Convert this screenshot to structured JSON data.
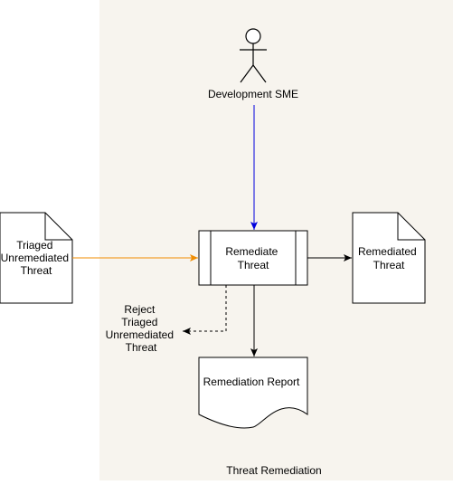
{
  "colors": {
    "background": "#ffffff",
    "swimlane_fill": "#f7f4ee",
    "stroke": "#000000",
    "input_edge": "#f08c00",
    "actor_edge": "#0000dd"
  },
  "swimlane": {
    "label": "Threat Remediation"
  },
  "actor": {
    "label": "Development SME",
    "icon": "stick-figure-icon"
  },
  "input_doc": {
    "lines": [
      "Triaged",
      "Unremediated",
      "Threat"
    ]
  },
  "process": {
    "lines": [
      "Remediate",
      "Threat"
    ]
  },
  "output_doc": {
    "lines": [
      "Remediated",
      "Threat"
    ]
  },
  "reject_note": {
    "lines": [
      "Reject",
      "Triaged",
      "Unremediated",
      "Threat"
    ]
  },
  "report_doc": {
    "label": "Remediation Report"
  }
}
